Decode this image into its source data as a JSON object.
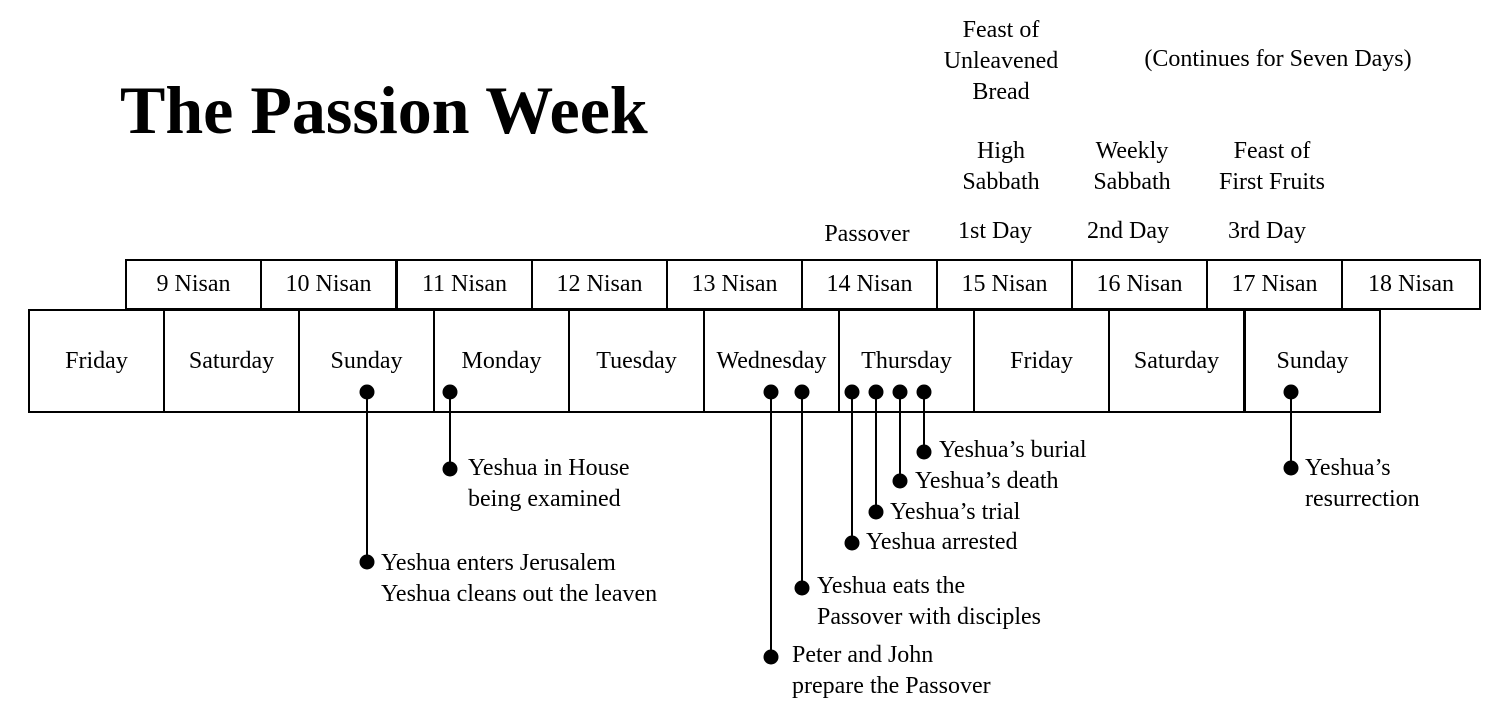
{
  "title": "The Passion Week",
  "feast_unleavened": [
    "Feast of",
    "Unleavened",
    "Bread"
  ],
  "continues": "(Continues for Seven Days)",
  "sabbaths": {
    "high": [
      "High",
      "Sabbath"
    ],
    "weekly": [
      "Weekly",
      "Sabbath"
    ],
    "first_fruits": [
      "Feast of",
      "First Fruits"
    ]
  },
  "passover": "Passover",
  "feast_days": [
    "1st Day",
    "2nd Day",
    "3rd Day"
  ],
  "nisan": [
    "9  Nisan",
    "10 Nisan",
    "11 Nisan",
    "12 Nisan",
    "13 Nisan",
    "14 Nisan",
    "15 Nisan",
    "16 Nisan",
    "17 Nisan",
    "18 Nisan"
  ],
  "days": [
    "Friday",
    "Saturday",
    "Sunday",
    "Monday",
    "Tuesday",
    "Wednesday",
    "Thursday",
    "Friday",
    "Saturday",
    "Sunday"
  ],
  "events": {
    "enters": [
      "Yeshua enters Jerusalem",
      "Yeshua cleans out the leaven"
    ],
    "examined": [
      "Yeshua in House",
      "being examined"
    ],
    "prepare": [
      "Peter and John",
      "prepare the Passover"
    ],
    "eats": [
      "Yeshua eats the",
      "Passover with disciples"
    ],
    "arrested": "Yeshua arrested",
    "trial": "Yeshua’s trial",
    "death": "Yeshua’s death",
    "burial": "Yeshua’s burial",
    "resurrection": [
      "Yeshua’s",
      "resurrection"
    ]
  }
}
